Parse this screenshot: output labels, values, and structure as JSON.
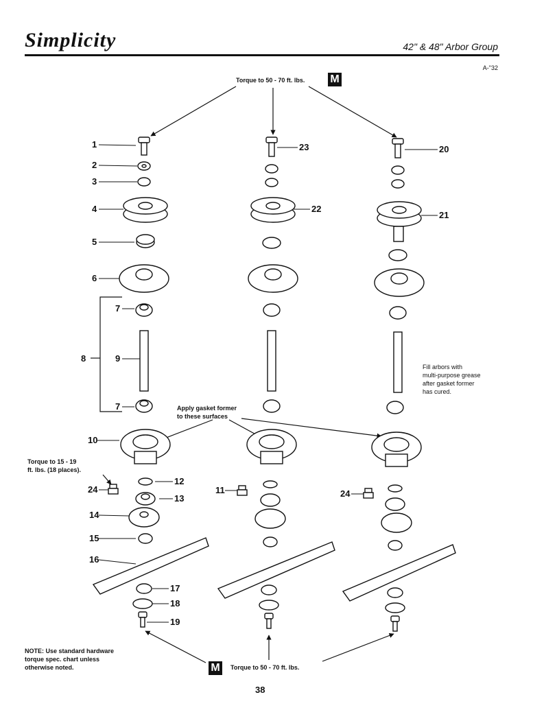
{
  "header": {
    "brand": "Simplicity",
    "title": "42\" & 48\" Arbor Group",
    "doc_number": "A-\"32"
  },
  "notes": {
    "torque_top": "Torque to 50 - 70 ft. lbs.",
    "torque_bottom": "Torque to 50 - 70 ft. lbs.",
    "torque_small_1": "Torque to 15 - 19",
    "torque_small_2": "ft. lbs. (18 places).",
    "gasket_1": "Apply gasket former",
    "gasket_2": "to these surfaces",
    "grease_1": "Fill arbors with",
    "grease_2": "multi-purpose grease",
    "grease_3": "after gasket former",
    "grease_4": "has cured.",
    "footnote_1": "NOTE: Use standard hardware",
    "footnote_2": "torque spec. chart unless",
    "footnote_3": "otherwise noted.",
    "m_marker": "M"
  },
  "callouts": [
    "1",
    "2",
    "3",
    "4",
    "5",
    "6",
    "7",
    "8",
    "9",
    "7",
    "10",
    "24",
    "12",
    "13",
    "14",
    "15",
    "16",
    "17",
    "18",
    "19",
    "23",
    "22",
    "11",
    "20",
    "21",
    "24"
  ],
  "page_number": "38"
}
